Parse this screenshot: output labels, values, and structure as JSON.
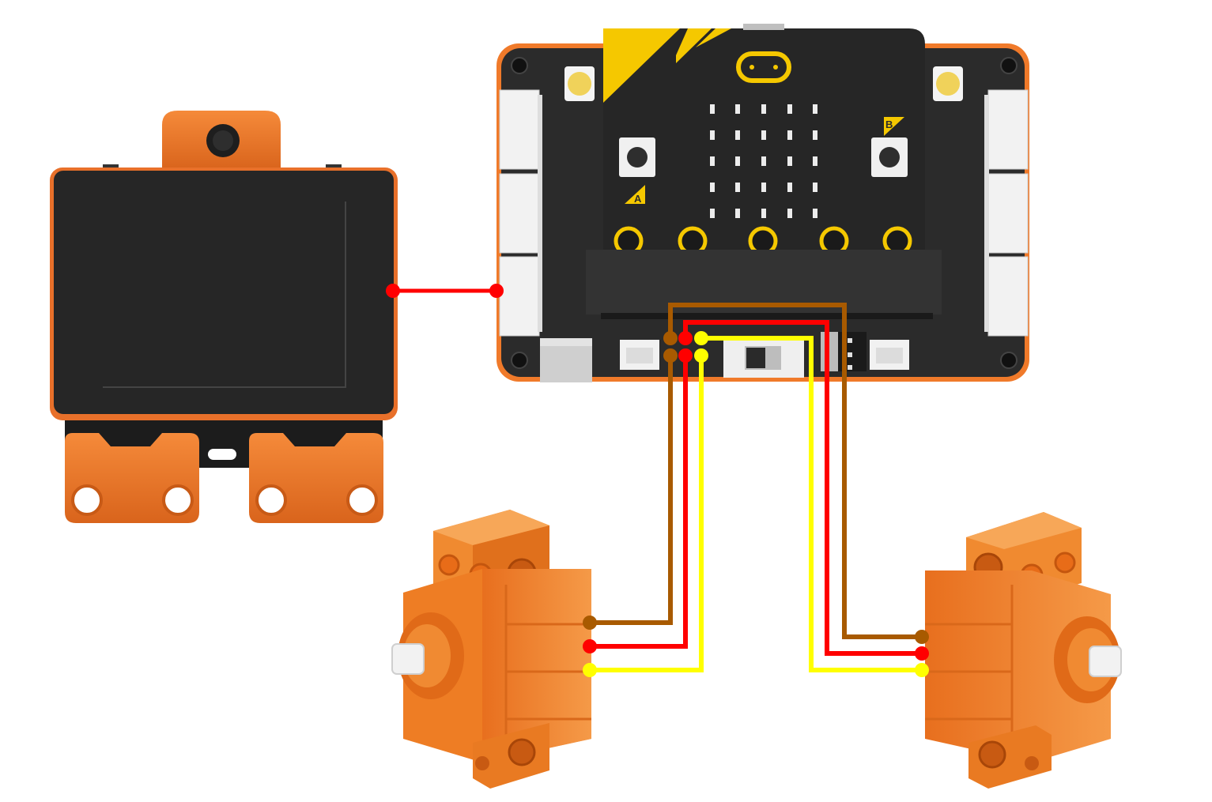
{
  "diagram": {
    "components": {
      "controller_board": {
        "button_a_label": "A",
        "button_b_label": "B"
      },
      "sensor_module": {},
      "servo_left": {},
      "servo_right": {}
    },
    "colors": {
      "board_orange": "#f07a2a",
      "board_black": "#2b2b2b",
      "microbit_yellow": "#f5c800",
      "servo_orange": "#f0812a",
      "wire_brown": "#a85a00",
      "wire_red": "#ff0000",
      "wire_yellow": "#ffff00"
    },
    "connections": [
      {
        "from": "sensor_module",
        "to": "controller_board",
        "wire": "red"
      },
      {
        "from": "controller_board",
        "to": "servo_left",
        "wires": [
          "brown",
          "red",
          "yellow"
        ]
      },
      {
        "from": "controller_board",
        "to": "servo_right",
        "wires": [
          "brown",
          "red",
          "yellow"
        ]
      }
    ]
  }
}
